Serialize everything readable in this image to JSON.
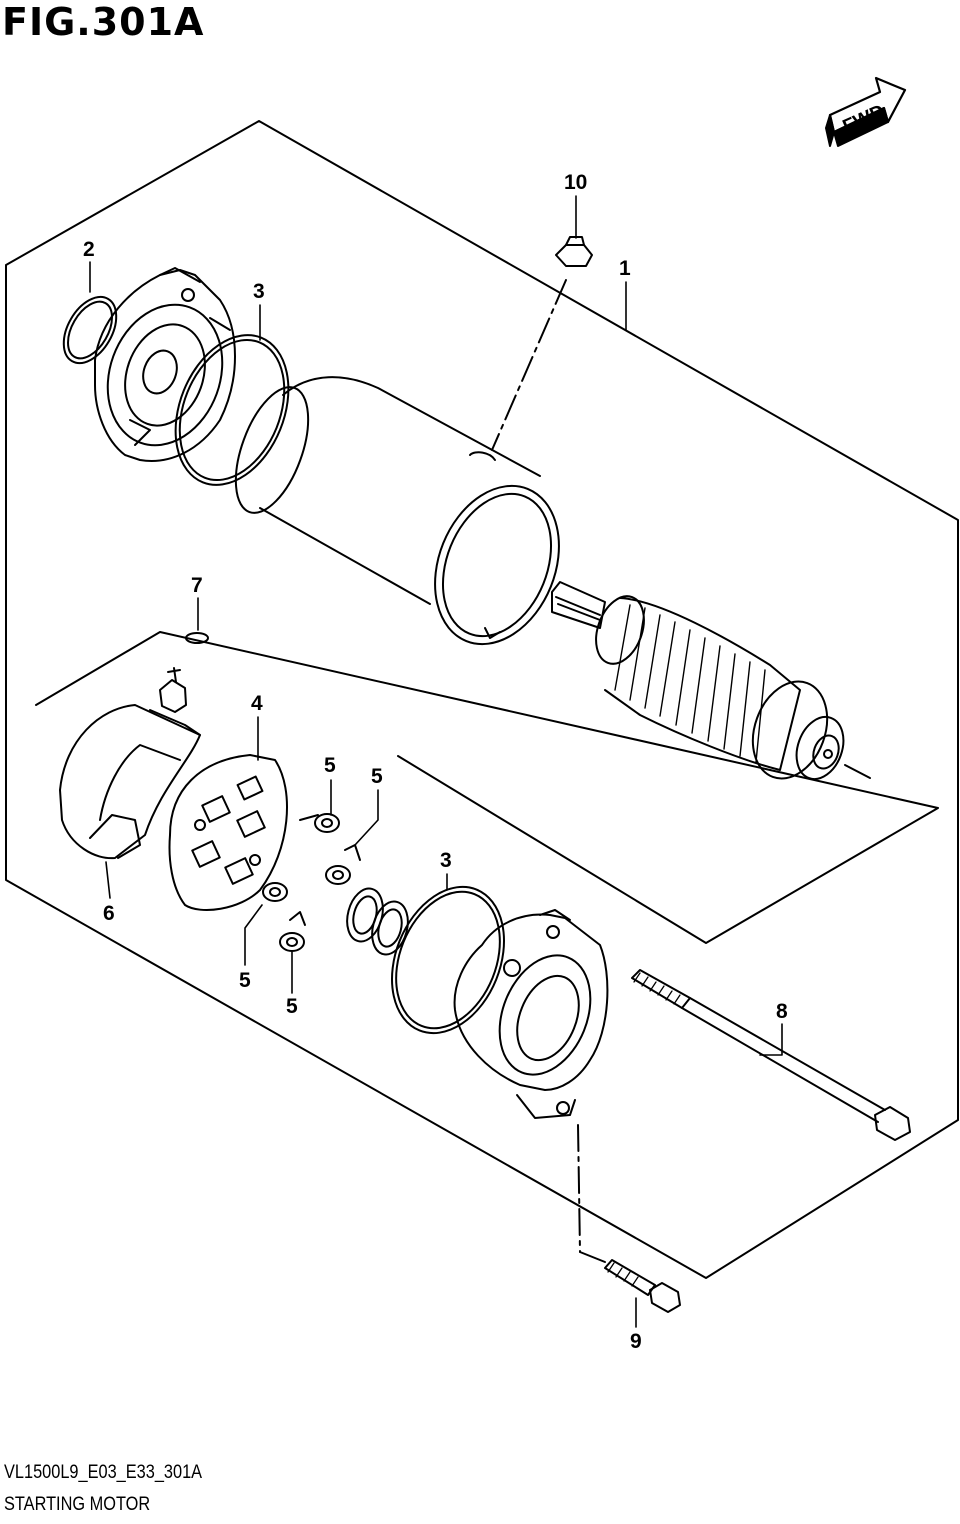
{
  "figure": {
    "title": "FIG.301A",
    "code": "VL1500L9_E03_E33_301A",
    "name": "STARTING MOTOR",
    "direction_label": "FWD"
  },
  "callouts": {
    "c1": "1",
    "c2": "2",
    "c3a": "3",
    "c3b": "3",
    "c4": "4",
    "c5a": "5",
    "c5b": "5",
    "c5c": "5",
    "c5d": "5",
    "c6": "6",
    "c7": "7",
    "c8": "8",
    "c9": "9",
    "c10": "10"
  }
}
